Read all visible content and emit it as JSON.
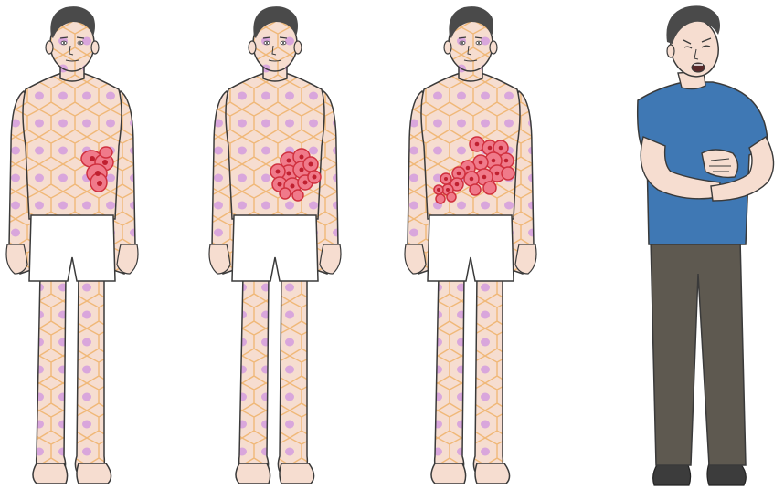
{
  "figures": [
    {
      "id": "stage-1",
      "tumor": {
        "cells": 5,
        "spread": "localized"
      }
    },
    {
      "id": "stage-2",
      "tumor": {
        "cells": 12,
        "spread": "growing"
      }
    },
    {
      "id": "stage-3",
      "tumor": {
        "cells": 20,
        "spread": "spreading"
      }
    },
    {
      "id": "symptomatic-man",
      "pose": "holding-abdomen-in-pain"
    }
  ],
  "colors": {
    "skin": "#f6ddd0",
    "cell_border": "#f0b878",
    "cell_nucleus": "#d9a6dc",
    "outline": "#3a3a3a",
    "hair": "#4a4a4a",
    "shorts": "#ffffff",
    "tumor_fill": "#f07a8a",
    "tumor_border": "#d0303e",
    "shirt": "#3f78b4",
    "pants": "#5e5950",
    "shoes": "#3c3c3c"
  }
}
